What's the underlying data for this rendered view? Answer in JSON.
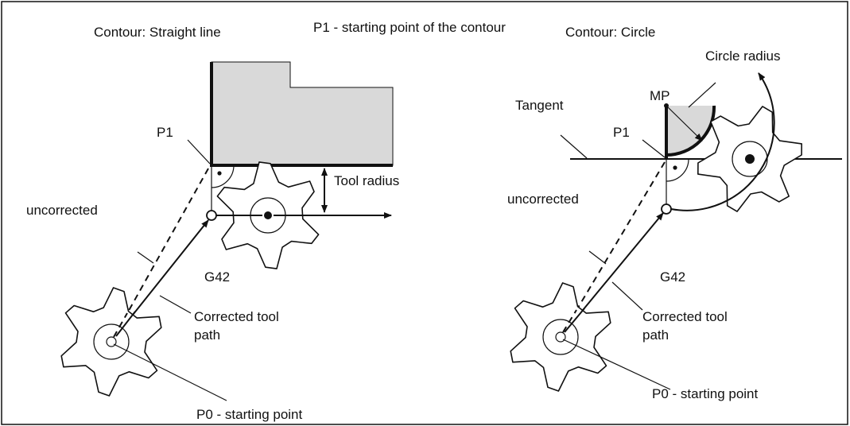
{
  "labels": {
    "contour_line_title": "Contour: Straight line",
    "p1_note": "P1 - starting point of the contour",
    "contour_circle_title": "Contour: Circle",
    "circle_radius": "Circle radius",
    "mp": "MP",
    "tangent": "Tangent",
    "p1_left": "P1",
    "p1_right": "P1",
    "tool_radius": "Tool radius",
    "uncorrected_left": "uncorrected",
    "uncorrected_right": "uncorrected",
    "g42_left": "G42",
    "g42_right": "G42",
    "corrected_left_1": "Corrected tool",
    "corrected_left_2": "path",
    "corrected_right_1": "Corrected tool",
    "corrected_right_2": "path",
    "p0_left": "P0 - starting point",
    "p0_right": "P0 - starting point"
  },
  "colors": {
    "ink": "#111111",
    "workpiece_fill": "#d9d9d9",
    "background": "#ffffff"
  }
}
